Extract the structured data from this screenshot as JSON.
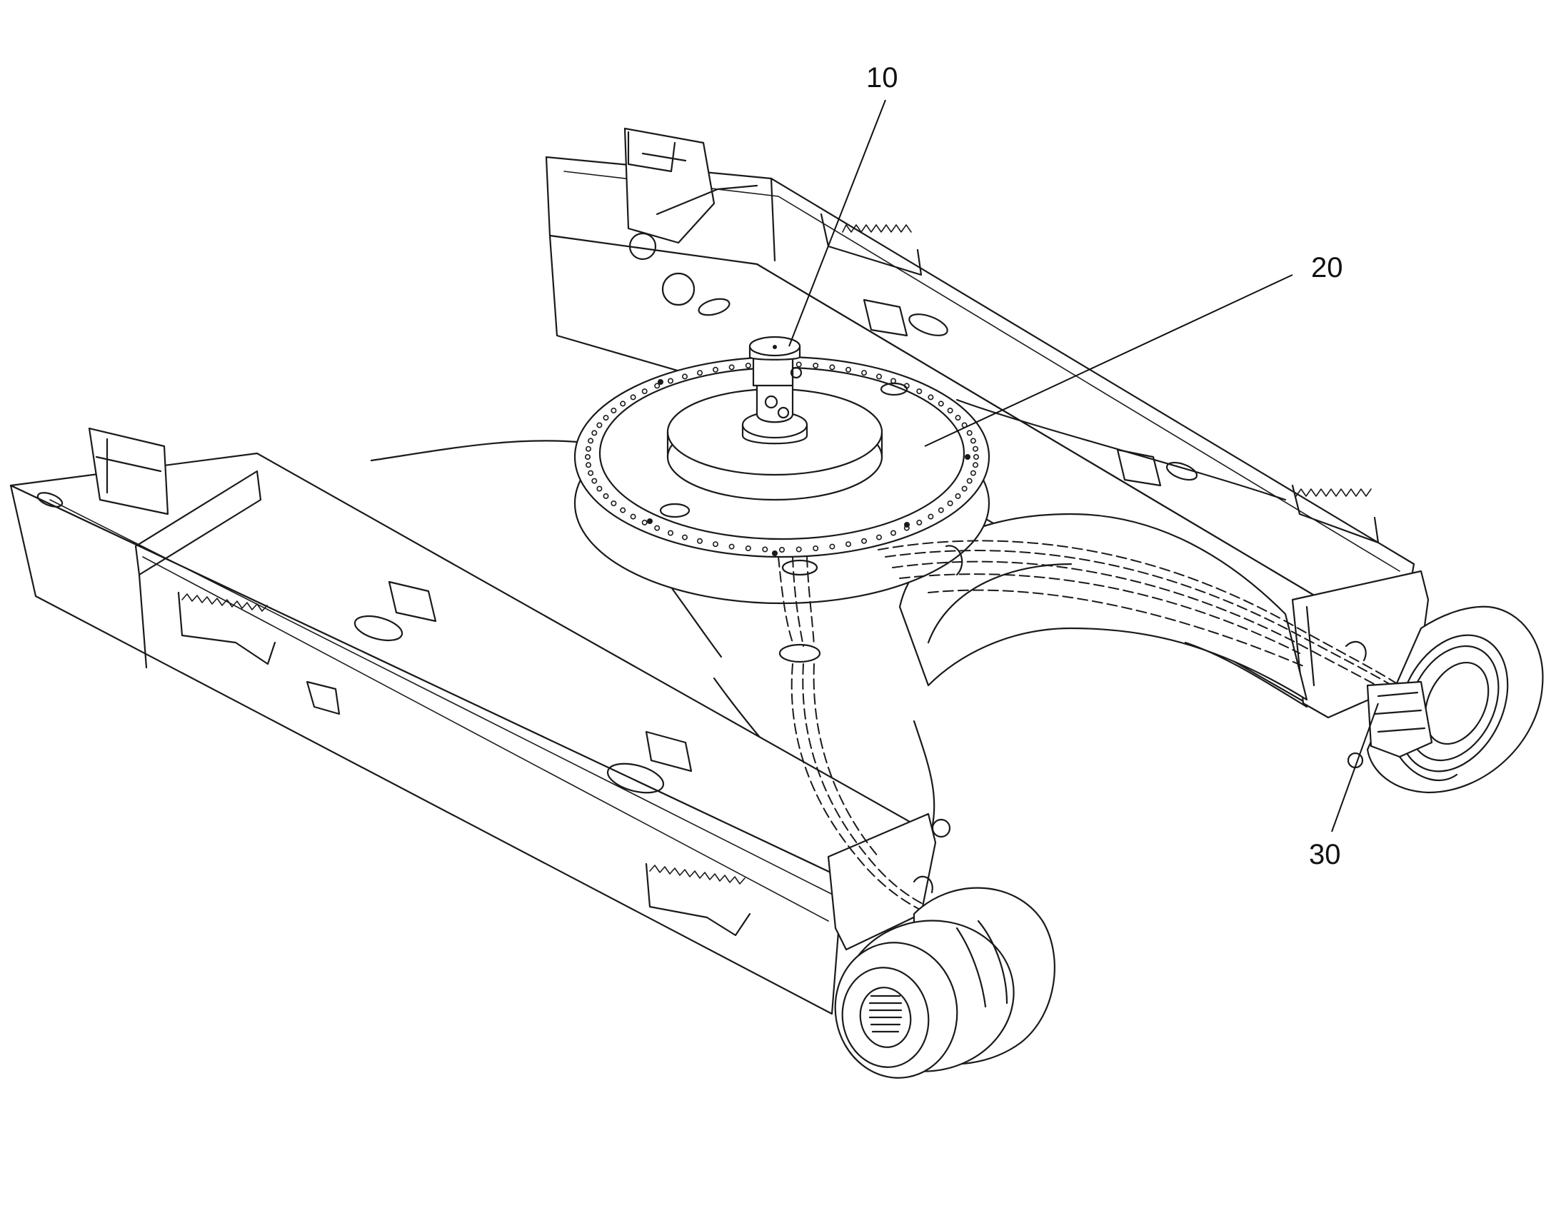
{
  "figure": {
    "callouts": [
      {
        "id": "callout-10",
        "label": "10",
        "part": "swivel-joint"
      },
      {
        "id": "callout-20",
        "label": "20",
        "part": "swing-bearing-ring"
      },
      {
        "id": "callout-30",
        "label": "30",
        "part": "travel-motor"
      }
    ]
  },
  "colors": {
    "line": "#1a1a1a",
    "background": "#ffffff"
  }
}
